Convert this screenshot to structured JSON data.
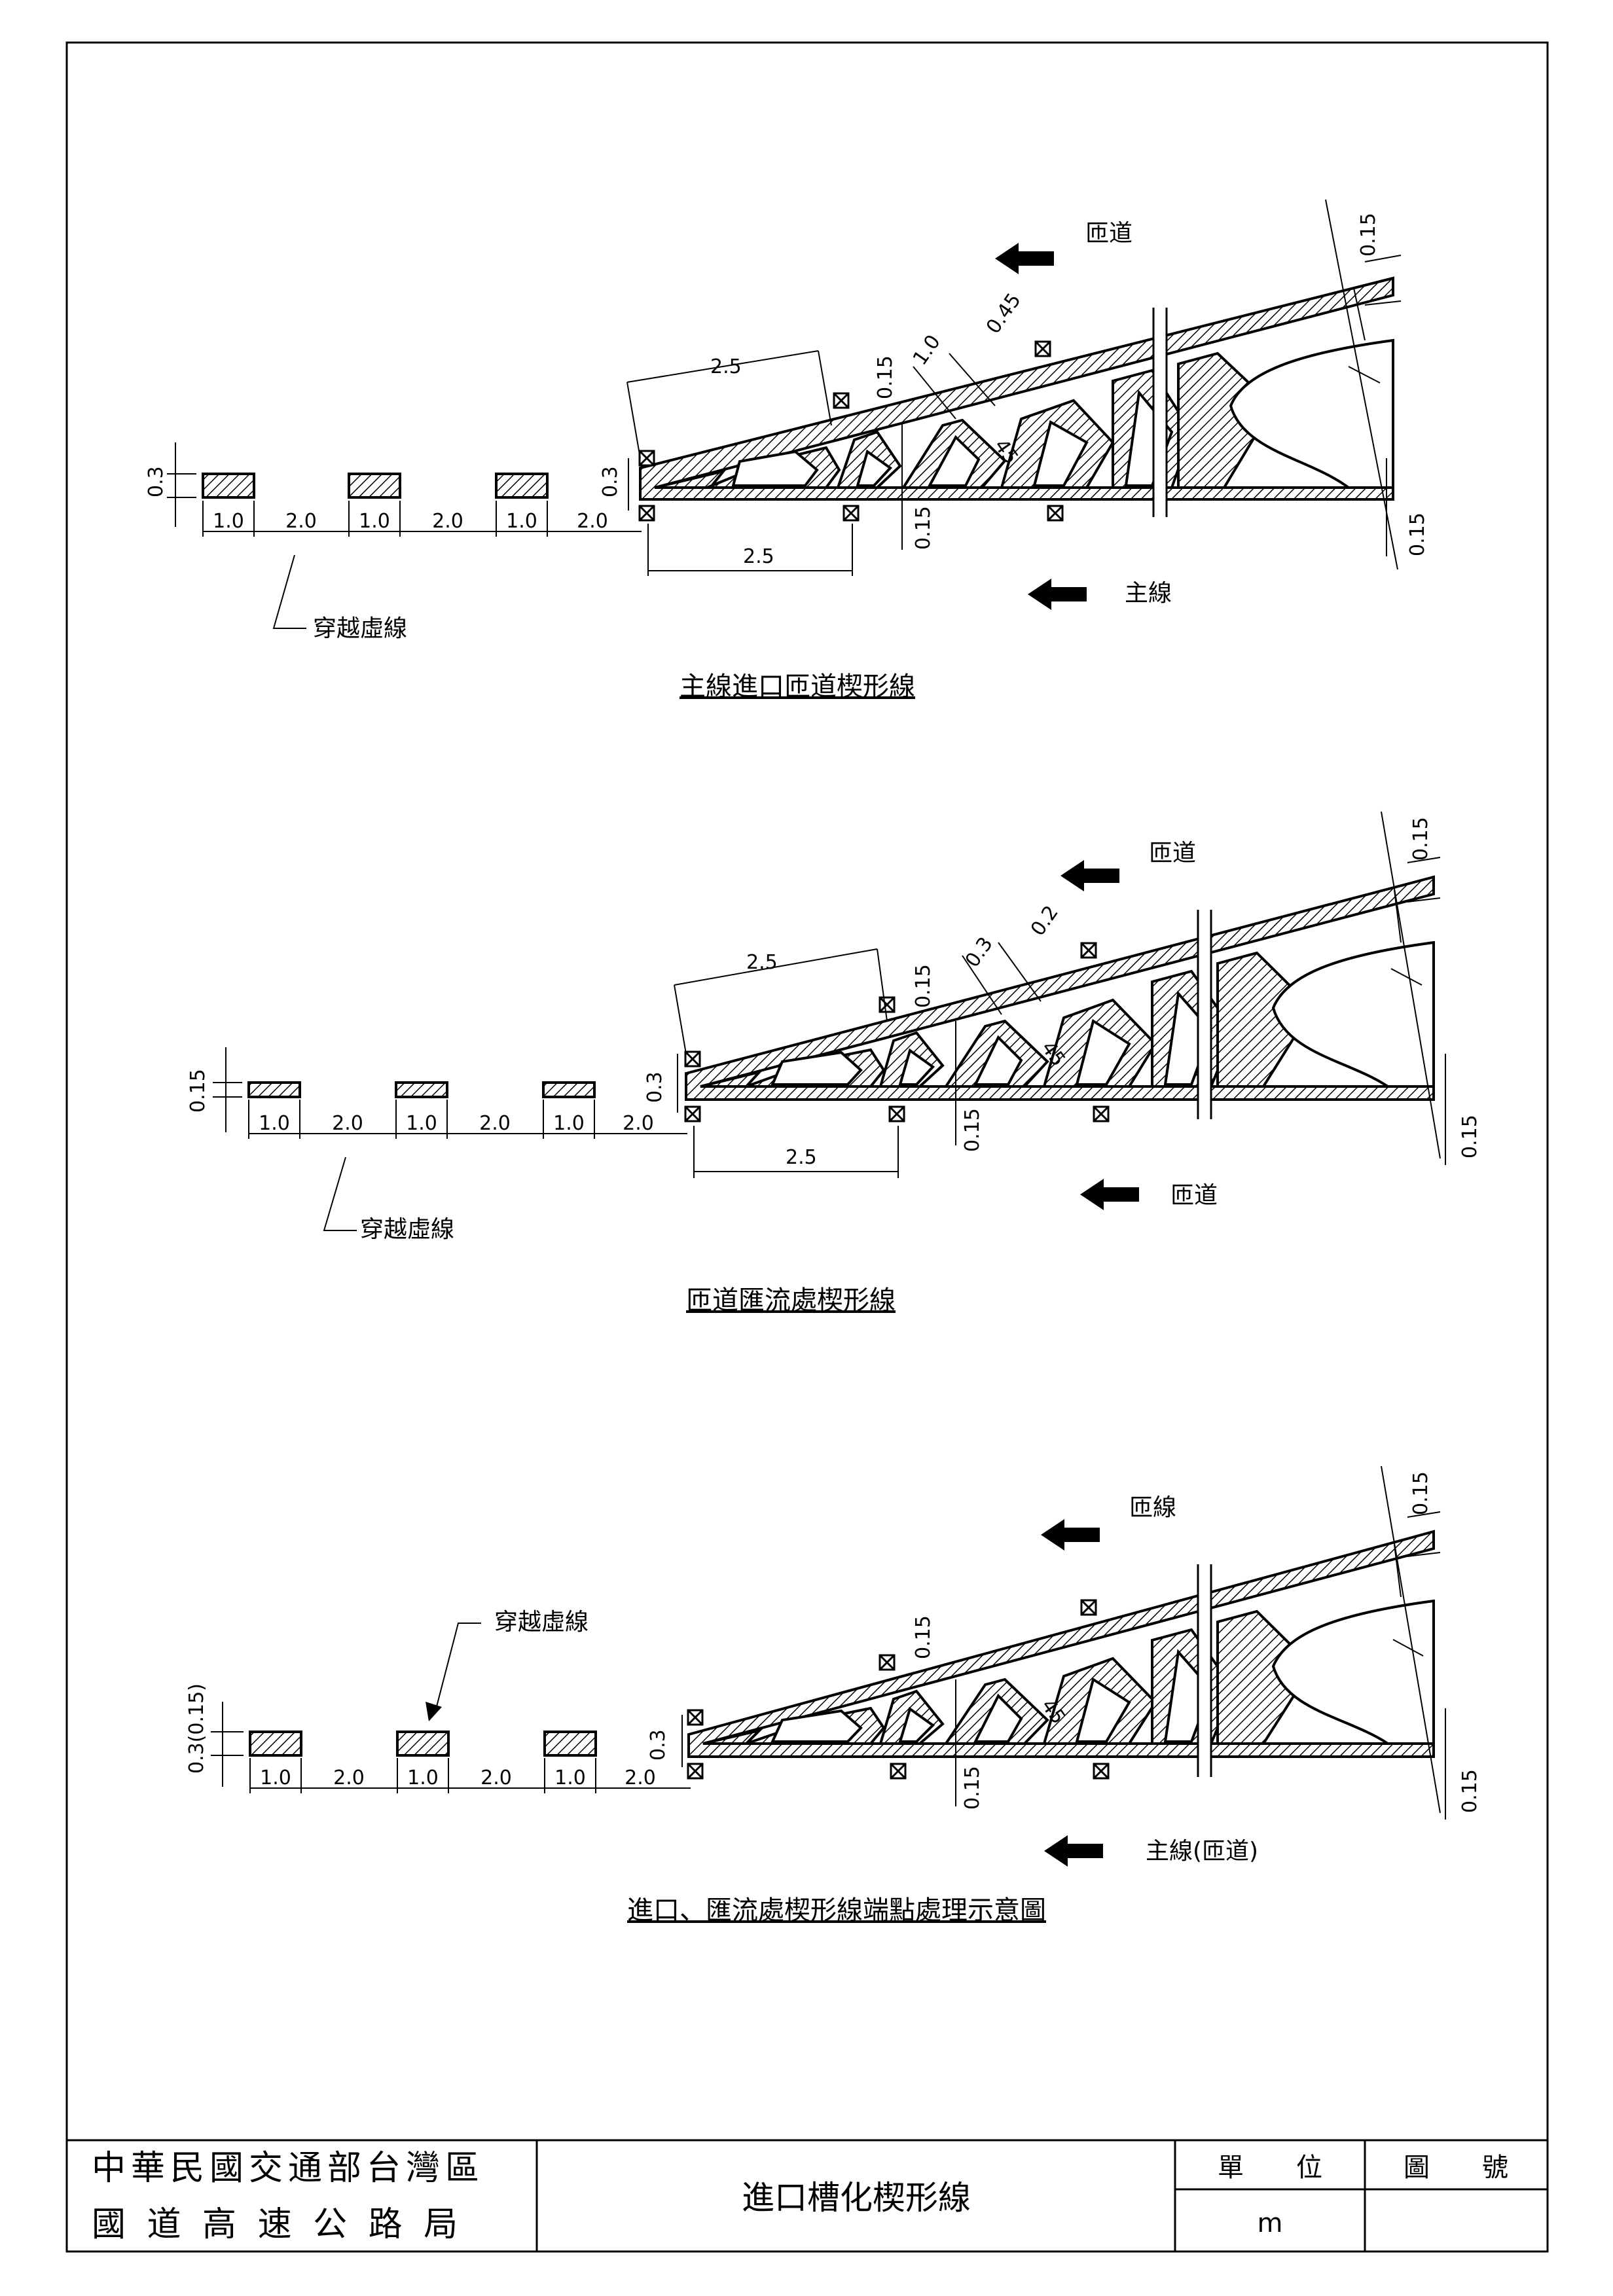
{
  "sections": [
    {
      "caption": "主線進口匝道楔形線",
      "top_arrow_label": "匝道",
      "bottom_arrow_label": "主線",
      "crossing_label": "穿越虛線",
      "dash_height": "0.3",
      "marker_height": "0.3",
      "dash_spacing": [
        "1.0",
        "2.0",
        "1.0",
        "2.0",
        "1.0",
        "2.0"
      ],
      "upper_spacing": "2.5",
      "lower_spacing": "2.5",
      "dims": {
        "stripe_a": "1.0",
        "stripe_b": "0.45",
        "angle": "45",
        "line_width_upper": "0.15",
        "line_width_lower": "0.15",
        "line_width_right_top": "0.15",
        "line_width_right_bottom": "0.15"
      }
    },
    {
      "caption": "匝道匯流處楔形線",
      "top_arrow_label": "匝道",
      "bottom_arrow_label": "匝道",
      "crossing_label": "穿越虛線",
      "dash_height": "0.15",
      "marker_height": "0.3",
      "dash_spacing": [
        "1.0",
        "2.0",
        "1.0",
        "2.0",
        "1.0",
        "2.0"
      ],
      "upper_spacing": "2.5",
      "lower_spacing": "2.5",
      "dims": {
        "stripe_a": "0.3",
        "stripe_b": "0.2",
        "angle": "45",
        "line_width_upper": "0.15",
        "line_width_lower": "0.15",
        "line_width_right_top": "0.15",
        "line_width_right_bottom": "0.15"
      }
    },
    {
      "caption": "進口、匯流處楔形線端點處理示意圖",
      "top_arrow_label": "匝線",
      "bottom_arrow_label": "主線(匝道)",
      "crossing_label": "穿越虛線",
      "dash_height": "0.3(0.15)",
      "marker_height": "0.3",
      "dash_spacing": [
        "1.0",
        "2.0",
        "1.0",
        "2.0",
        "1.0",
        "2.0"
      ],
      "upper_spacing": "",
      "lower_spacing": "",
      "dims": {
        "stripe_a": "",
        "stripe_b": "",
        "angle": "45",
        "line_width_upper": "0.15",
        "line_width_lower": "0.15",
        "line_width_right_top": "0.15",
        "line_width_right_bottom": "0.15"
      }
    }
  ],
  "title_block": {
    "agency_line1": "中華民國交通部台灣區",
    "agency_line2": "國 道 高 速 公 路 局",
    "drawing_title": "進口槽化楔形線",
    "unit_header": "單　　位",
    "unit_value": "m",
    "sheet_header": "圖　　號",
    "sheet_value": ""
  },
  "icons": {
    "direction_arrow": "left-arrow-icon",
    "marker": "raised-pavement-marker-icon",
    "break_symbol": "break-line-icon"
  }
}
